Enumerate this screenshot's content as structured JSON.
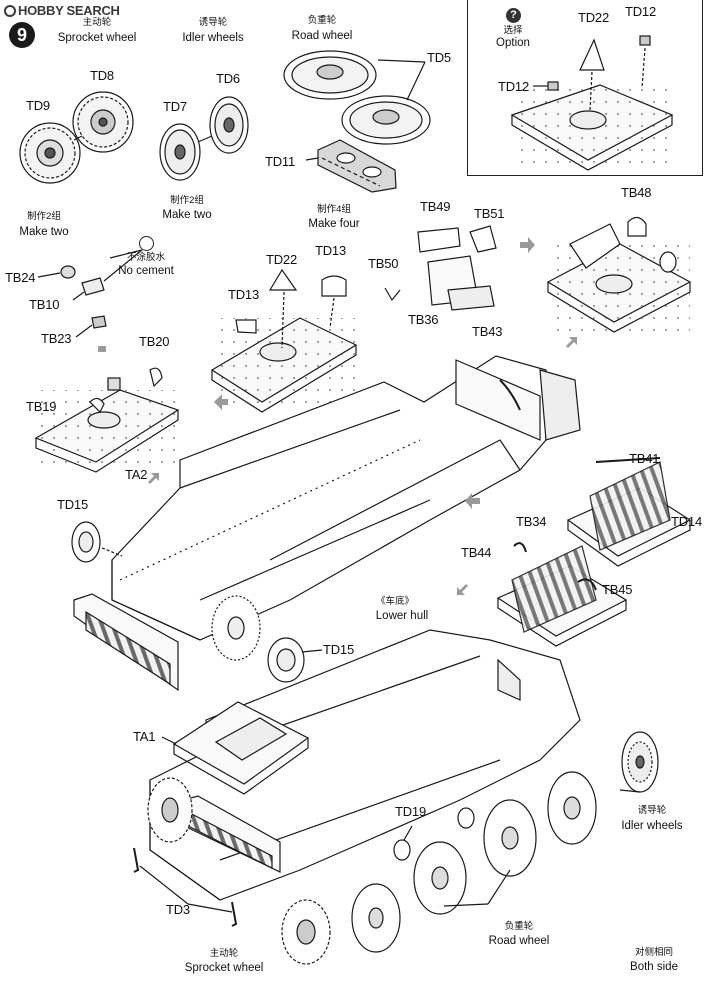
{
  "watermark": "HOBBY SEARCH",
  "step_number": "9",
  "labels": {
    "sprocket_top_zh": "主动轮",
    "sprocket_top_en": "Sprocket wheel",
    "idler_top_zh": "诱导轮",
    "idler_top_en": "Idler wheels",
    "road_top_zh": "负重轮",
    "road_top_en": "Road wheel",
    "option_zh": "选择",
    "option_en": "Option",
    "make_two_left_zh": "制作2组",
    "make_two_left_en": "Make two",
    "make_two_mid_zh": "制作2组",
    "make_two_mid_en": "Make two",
    "make_four_zh": "制作4组",
    "make_four_en": "Make four",
    "no_cement_zh": "不涂胶水",
    "no_cement_en": "No cement",
    "lower_hull_zh": "《车底》",
    "lower_hull_en": "Lower hull",
    "idler_bottom_zh": "诱导轮",
    "idler_bottom_en": "Idler wheels",
    "road_bottom_zh": "负重轮",
    "road_bottom_en": "Road wheel",
    "sprocket_bottom_zh": "主动轮",
    "sprocket_bottom_en": "Sprocket wheel",
    "both_side_zh": "对侧相同",
    "both_side_en": "Both side"
  },
  "option_icon": "?",
  "part_numbers": {
    "td8": "TD8",
    "td9": "TD9",
    "td6": "TD6",
    "td7": "TD7",
    "td5": "TD5",
    "td11": "TD11",
    "td22_opt": "TD22",
    "td12_a": "TD12",
    "td12_b": "TD12",
    "tb24": "TB24",
    "tb10": "TB10",
    "tb23": "TB23",
    "td22": "TD22",
    "td13_a": "TD13",
    "td13_b": "TD13",
    "tb49": "TB49",
    "tb51": "TB51",
    "tb50": "TB50",
    "tb36": "TB36",
    "tb43": "TB43",
    "tb48": "TB48",
    "tb20": "TB20",
    "tb19": "TB19",
    "ta2": "TA2",
    "td15_a": "TD15",
    "td15_b": "TD15",
    "tb41": "TB41",
    "tb34": "TB34",
    "td14": "TD14",
    "tb44": "TB44",
    "tb45": "TB45",
    "ta1": "TA1",
    "td19": "TD19",
    "td3": "TD3"
  },
  "icons": [
    "step-badge",
    "question-mark-icon",
    "no-cement-icon",
    "flow-arrow-icon"
  ]
}
